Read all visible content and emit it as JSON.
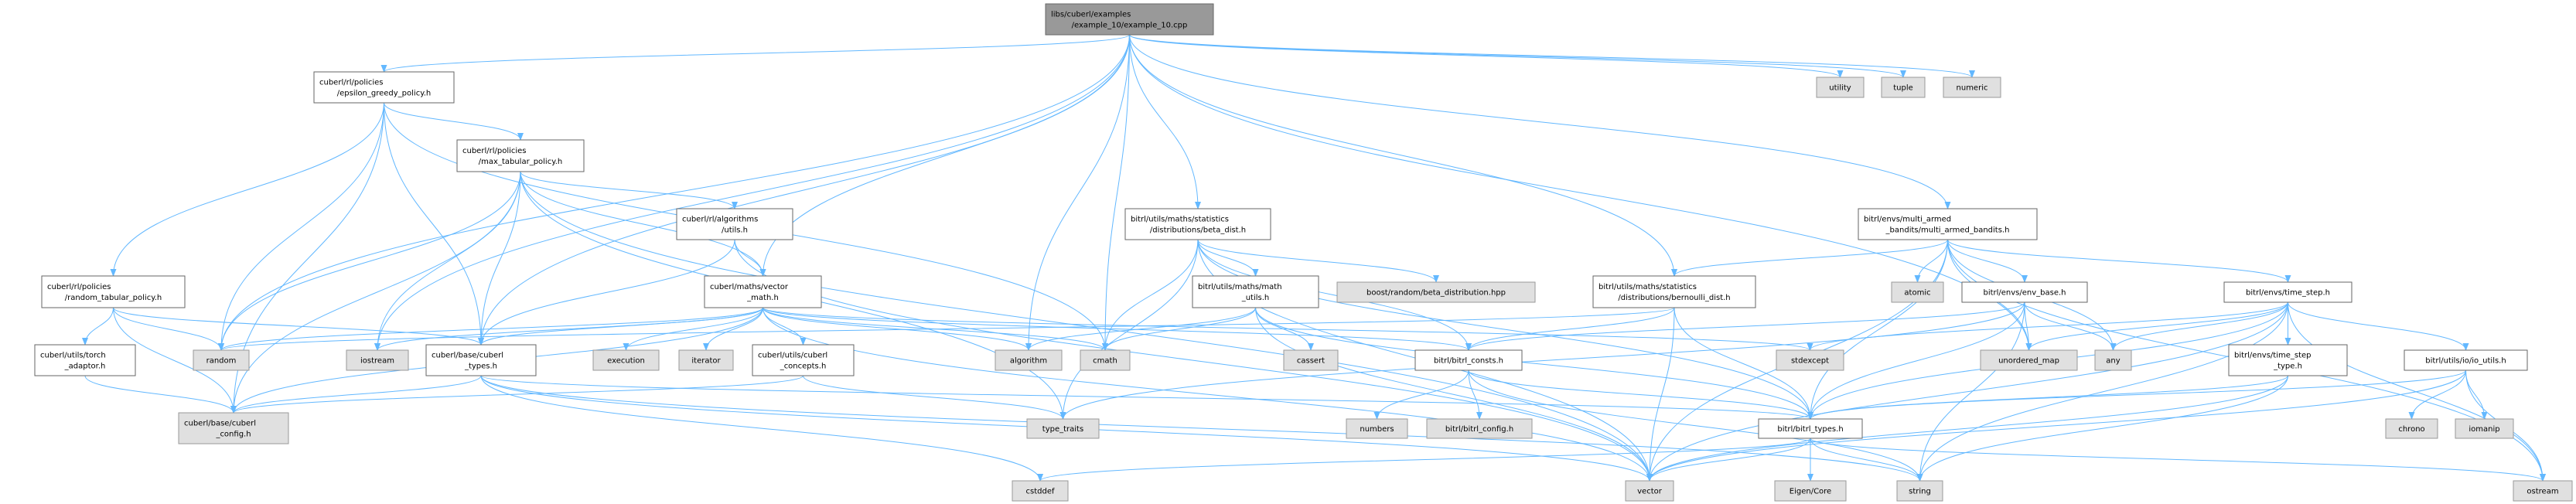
{
  "graph": {
    "title": "libs/cuberl/examples/example_10/example_10.cpp",
    "colors": {
      "edge": "#63b8ff",
      "root_fill": "#999999",
      "external_fill": "#e0e0e0",
      "node_fill": "#ffffff"
    },
    "nodes": [
      {
        "id": "root",
        "kind": "root",
        "lines": [
          "libs/cuberl/examples",
          "/example_10/example_10.cpp"
        ]
      },
      {
        "id": "epsilon",
        "kind": "normal",
        "lines": [
          "cuberl/rl/policies",
          "/epsilon_greedy_policy.h"
        ]
      },
      {
        "id": "max_tabular",
        "kind": "normal",
        "lines": [
          "cuberl/rl/policies",
          "/max_tabular_policy.h"
        ]
      },
      {
        "id": "alg_utils",
        "kind": "normal",
        "lines": [
          "cuberl/rl/algorithms",
          "/utils.h"
        ]
      },
      {
        "id": "random_tabular",
        "kind": "normal",
        "lines": [
          "cuberl/rl/policies",
          "/random_tabular_policy.h"
        ]
      },
      {
        "id": "vector_math",
        "kind": "normal",
        "lines": [
          "cuberl/maths/vector",
          "_math.h"
        ]
      },
      {
        "id": "torch_adaptor",
        "kind": "normal",
        "lines": [
          "cuberl/utils/torch",
          "_adaptor.h"
        ]
      },
      {
        "id": "random",
        "kind": "external",
        "lines": [
          "random"
        ]
      },
      {
        "id": "iostream",
        "kind": "external",
        "lines": [
          "iostream"
        ]
      },
      {
        "id": "cuberl_types",
        "kind": "normal",
        "lines": [
          "cuberl/base/cuberl",
          "_types.h"
        ]
      },
      {
        "id": "execution",
        "kind": "external",
        "lines": [
          "execution"
        ]
      },
      {
        "id": "iterator",
        "kind": "external",
        "lines": [
          "iterator"
        ]
      },
      {
        "id": "concepts",
        "kind": "normal",
        "lines": [
          "cuberl/utils/cuberl",
          "_concepts.h"
        ]
      },
      {
        "id": "cuberl_config",
        "kind": "external",
        "lines": [
          "cuberl/base/cuberl",
          "_config.h"
        ]
      },
      {
        "id": "beta_dist",
        "kind": "normal",
        "lines": [
          "bitrl/utils/maths/statistics",
          "/distributions/beta_dist.h"
        ]
      },
      {
        "id": "math_utils",
        "kind": "normal",
        "lines": [
          "bitrl/utils/maths/math",
          "_utils.h"
        ]
      },
      {
        "id": "boost_beta",
        "kind": "external",
        "lines": [
          "boost/random/beta_distribution.hpp"
        ]
      },
      {
        "id": "bernoulli",
        "kind": "normal",
        "lines": [
          "bitrl/utils/maths/statistics",
          "/distributions/bernoulli_dist.h"
        ]
      },
      {
        "id": "algorithm",
        "kind": "external",
        "lines": [
          "algorithm"
        ]
      },
      {
        "id": "cmath",
        "kind": "external",
        "lines": [
          "cmath"
        ]
      },
      {
        "id": "cassert",
        "kind": "external",
        "lines": [
          "cassert"
        ]
      },
      {
        "id": "bitrl_consts",
        "kind": "normal",
        "lines": [
          "bitrl/bitrl_consts.h"
        ]
      },
      {
        "id": "type_traits",
        "kind": "external",
        "lines": [
          "type_traits"
        ]
      },
      {
        "id": "numbers",
        "kind": "external",
        "lines": [
          "numbers"
        ]
      },
      {
        "id": "bitrl_config",
        "kind": "external",
        "lines": [
          "bitrl/bitrl_config.h"
        ]
      },
      {
        "id": "cstddef",
        "kind": "external",
        "lines": [
          "cstddef"
        ]
      },
      {
        "id": "vector",
        "kind": "external",
        "lines": [
          "vector"
        ]
      },
      {
        "id": "utility",
        "kind": "external",
        "lines": [
          "utility"
        ]
      },
      {
        "id": "tuple",
        "kind": "external",
        "lines": [
          "tuple"
        ]
      },
      {
        "id": "numeric",
        "kind": "external",
        "lines": [
          "numeric"
        ]
      },
      {
        "id": "mab",
        "kind": "normal",
        "lines": [
          "bitrl/envs/multi_armed",
          "_bandits/multi_armed_bandits.h"
        ]
      },
      {
        "id": "atomic",
        "kind": "external",
        "lines": [
          "atomic"
        ]
      },
      {
        "id": "env_base",
        "kind": "normal",
        "lines": [
          "bitrl/envs/env_base.h"
        ]
      },
      {
        "id": "time_step",
        "kind": "normal",
        "lines": [
          "bitrl/envs/time_step.h"
        ]
      },
      {
        "id": "stdexcept",
        "kind": "external",
        "lines": [
          "stdexcept"
        ]
      },
      {
        "id": "unordered_map",
        "kind": "external",
        "lines": [
          "unordered_map"
        ]
      },
      {
        "id": "any",
        "kind": "external",
        "lines": [
          "any"
        ]
      },
      {
        "id": "time_step_type",
        "kind": "normal",
        "lines": [
          "bitrl/envs/time_step",
          "_type.h"
        ]
      },
      {
        "id": "io_utils",
        "kind": "normal",
        "lines": [
          "bitrl/utils/io/io_utils.h"
        ]
      },
      {
        "id": "bitrl_types",
        "kind": "normal",
        "lines": [
          "bitrl/bitrl_types.h"
        ]
      },
      {
        "id": "chrono",
        "kind": "external",
        "lines": [
          "chrono"
        ]
      },
      {
        "id": "iomanip",
        "kind": "external",
        "lines": [
          "iomanip"
        ]
      },
      {
        "id": "eigen",
        "kind": "external",
        "lines": [
          "Eigen/Core"
        ]
      },
      {
        "id": "string",
        "kind": "external",
        "lines": [
          "string"
        ]
      },
      {
        "id": "ostream",
        "kind": "external",
        "lines": [
          "ostream"
        ]
      }
    ],
    "edges": [
      [
        "root",
        "epsilon"
      ],
      [
        "root",
        "random"
      ],
      [
        "root",
        "iostream"
      ],
      [
        "root",
        "vector_math"
      ],
      [
        "root",
        "cuberl_types"
      ],
      [
        "root",
        "algorithm"
      ],
      [
        "root",
        "cmath"
      ],
      [
        "root",
        "beta_dist"
      ],
      [
        "root",
        "bernoulli"
      ],
      [
        "root",
        "mab"
      ],
      [
        "root",
        "utility"
      ],
      [
        "root",
        "tuple"
      ],
      [
        "root",
        "numeric"
      ],
      [
        "root",
        "unordered_map"
      ],
      [
        "epsilon",
        "max_tabular"
      ],
      [
        "epsilon",
        "random_tabular"
      ],
      [
        "epsilon",
        "random"
      ],
      [
        "epsilon",
        "cuberl_types"
      ],
      [
        "epsilon",
        "cuberl_config"
      ],
      [
        "epsilon",
        "cmath"
      ],
      [
        "max_tabular",
        "alg_utils"
      ],
      [
        "max_tabular",
        "vector_math"
      ],
      [
        "max_tabular",
        "cuberl_types"
      ],
      [
        "max_tabular",
        "cuberl_config"
      ],
      [
        "max_tabular",
        "iostream"
      ],
      [
        "max_tabular",
        "random"
      ],
      [
        "max_tabular",
        "type_traits"
      ],
      [
        "max_tabular",
        "vector"
      ],
      [
        "alg_utils",
        "vector_math"
      ],
      [
        "alg_utils",
        "cuberl_types"
      ],
      [
        "alg_utils",
        "vector"
      ],
      [
        "random_tabular",
        "torch_adaptor"
      ],
      [
        "random_tabular",
        "random"
      ],
      [
        "random_tabular",
        "cuberl_config"
      ],
      [
        "random_tabular",
        "cuberl_types"
      ],
      [
        "torch_adaptor",
        "cuberl_config"
      ],
      [
        "vector_math",
        "random"
      ],
      [
        "vector_math",
        "iostream"
      ],
      [
        "vector_math",
        "cuberl_types"
      ],
      [
        "vector_math",
        "execution"
      ],
      [
        "vector_math",
        "iterator"
      ],
      [
        "vector_math",
        "concepts"
      ],
      [
        "vector_math",
        "algorithm"
      ],
      [
        "vector_math",
        "cmath"
      ],
      [
        "vector_math",
        "cuberl_config"
      ],
      [
        "vector_math",
        "bitrl_consts"
      ],
      [
        "vector_math",
        "stdexcept"
      ],
      [
        "vector_math",
        "vector"
      ],
      [
        "cuberl_types",
        "cuberl_config"
      ],
      [
        "cuberl_types",
        "cstddef"
      ],
      [
        "cuberl_types",
        "bitrl_types"
      ],
      [
        "cuberl_types",
        "string"
      ],
      [
        "cuberl_types",
        "vector"
      ],
      [
        "concepts",
        "cuberl_config"
      ],
      [
        "concepts",
        "type_traits"
      ],
      [
        "beta_dist",
        "math_utils"
      ],
      [
        "beta_dist",
        "boost_beta"
      ],
      [
        "beta_dist",
        "cmath"
      ],
      [
        "beta_dist",
        "type_traits"
      ],
      [
        "beta_dist",
        "vector"
      ],
      [
        "beta_dist",
        "bitrl_consts"
      ],
      [
        "beta_dist",
        "bitrl_types"
      ],
      [
        "math_utils",
        "algorithm"
      ],
      [
        "math_utils",
        "cmath"
      ],
      [
        "math_utils",
        "cassert"
      ],
      [
        "math_utils",
        "vector"
      ],
      [
        "math_utils",
        "bitrl_types"
      ],
      [
        "bernoulli",
        "bitrl_consts"
      ],
      [
        "bernoulli",
        "bitrl_types"
      ],
      [
        "bernoulli",
        "vector"
      ],
      [
        "bernoulli",
        "random"
      ],
      [
        "bitrl_consts",
        "numbers"
      ],
      [
        "bitrl_consts",
        "bitrl_config"
      ],
      [
        "bitrl_consts",
        "bitrl_types"
      ],
      [
        "bitrl_consts",
        "string"
      ],
      [
        "mab",
        "bernoulli"
      ],
      [
        "mab",
        "atomic"
      ],
      [
        "mab",
        "env_base"
      ],
      [
        "mab",
        "time_step"
      ],
      [
        "mab",
        "bitrl_types"
      ],
      [
        "mab",
        "vector"
      ],
      [
        "mab",
        "unordered_map"
      ],
      [
        "mab",
        "any"
      ],
      [
        "mab",
        "ostream"
      ],
      [
        "env_base",
        "bitrl_consts"
      ],
      [
        "env_base",
        "bitrl_types"
      ],
      [
        "env_base",
        "unordered_map"
      ],
      [
        "env_base",
        "any"
      ],
      [
        "env_base",
        "string"
      ],
      [
        "env_base",
        "type_traits"
      ],
      [
        "time_step",
        "stdexcept"
      ],
      [
        "time_step",
        "unordered_map"
      ],
      [
        "time_step",
        "any"
      ],
      [
        "time_step",
        "time_step_type"
      ],
      [
        "time_step",
        "io_utils"
      ],
      [
        "time_step",
        "bitrl_types"
      ],
      [
        "time_step",
        "string"
      ],
      [
        "time_step",
        "vector"
      ],
      [
        "time_step",
        "ostream"
      ],
      [
        "time_step_type",
        "bitrl_types"
      ],
      [
        "time_step_type",
        "string"
      ],
      [
        "time_step_type",
        "vector"
      ],
      [
        "io_utils",
        "chrono"
      ],
      [
        "io_utils",
        "iomanip"
      ],
      [
        "io_utils",
        "ostream"
      ],
      [
        "io_utils",
        "bitrl_types"
      ],
      [
        "io_utils",
        "vector"
      ],
      [
        "bitrl_types",
        "eigen"
      ],
      [
        "bitrl_types",
        "string"
      ],
      [
        "bitrl_types",
        "vector"
      ],
      [
        "bitrl_types",
        "ostream"
      ],
      [
        "bitrl_types",
        "cstddef"
      ]
    ]
  }
}
